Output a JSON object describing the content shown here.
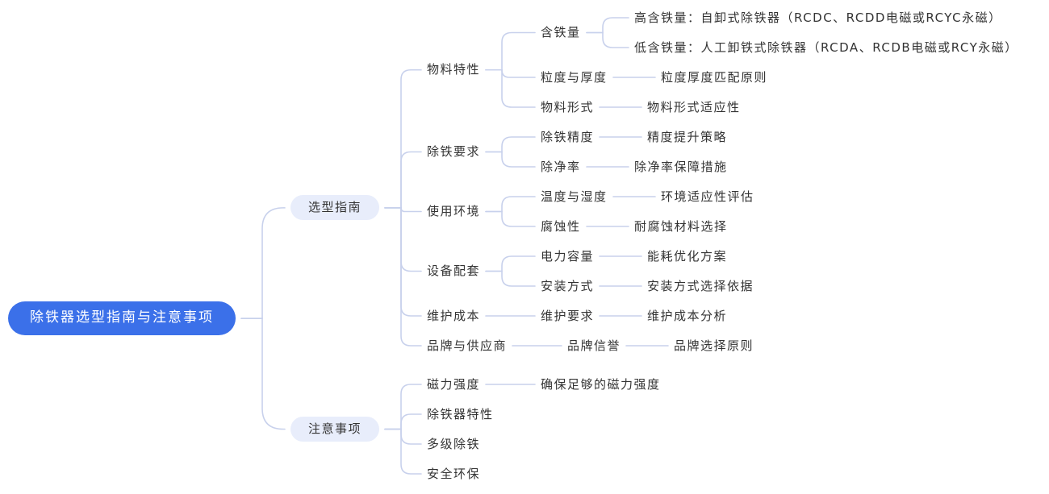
{
  "mindmap": {
    "title": "除铁器选型指南与注意事项",
    "colors": {
      "background": "#FFFFFF",
      "root_fill": "#3B70E9",
      "root_text": "#FFFFFF",
      "branch_fill": "#E8EDFB",
      "branch_text": "#333333",
      "node_text": "#333333",
      "connector": "#C8D1EC"
    },
    "root": {
      "label": "除铁器选型指南与注意事项",
      "children": [
        {
          "label": "选型指南",
          "children": [
            {
              "label": "物料特性",
              "children": [
                {
                  "label": "含铁量",
                  "children": [
                    {
                      "label": "高含铁量：自卸式除铁器（RCDC、RCDD电磁或RCYC永磁）"
                    },
                    {
                      "label": "低含铁量：人工卸铁式除铁器（RCDA、RCDB电磁或RCY永磁）"
                    }
                  ]
                },
                {
                  "label": "粒度与厚度",
                  "children": [
                    {
                      "label": "粒度厚度匹配原则"
                    }
                  ]
                },
                {
                  "label": "物料形式",
                  "children": [
                    {
                      "label": "物料形式适应性"
                    }
                  ]
                }
              ]
            },
            {
              "label": "除铁要求",
              "children": [
                {
                  "label": "除铁精度",
                  "children": [
                    {
                      "label": "精度提升策略"
                    }
                  ]
                },
                {
                  "label": "除净率",
                  "children": [
                    {
                      "label": "除净率保障措施"
                    }
                  ]
                }
              ]
            },
            {
              "label": "使用环境",
              "children": [
                {
                  "label": "温度与湿度",
                  "children": [
                    {
                      "label": "环境适应性评估"
                    }
                  ]
                },
                {
                  "label": "腐蚀性",
                  "children": [
                    {
                      "label": "耐腐蚀材料选择"
                    }
                  ]
                }
              ]
            },
            {
              "label": "设备配套",
              "children": [
                {
                  "label": "电力容量",
                  "children": [
                    {
                      "label": "能耗优化方案"
                    }
                  ]
                },
                {
                  "label": "安装方式",
                  "children": [
                    {
                      "label": "安装方式选择依据"
                    }
                  ]
                }
              ]
            },
            {
              "label": "维护成本",
              "children": [
                {
                  "label": "维护要求",
                  "children": [
                    {
                      "label": "维护成本分析"
                    }
                  ]
                }
              ]
            },
            {
              "label": "品牌与供应商",
              "children": [
                {
                  "label": "品牌信誉",
                  "children": [
                    {
                      "label": "品牌选择原则"
                    }
                  ]
                }
              ]
            }
          ]
        },
        {
          "label": "注意事项",
          "children": [
            {
              "label": "磁力强度",
              "children": [
                {
                  "label": "确保足够的磁力强度"
                }
              ]
            },
            {
              "label": "除铁器特性"
            },
            {
              "label": "多级除铁"
            },
            {
              "label": "安全环保"
            }
          ]
        }
      ]
    }
  }
}
